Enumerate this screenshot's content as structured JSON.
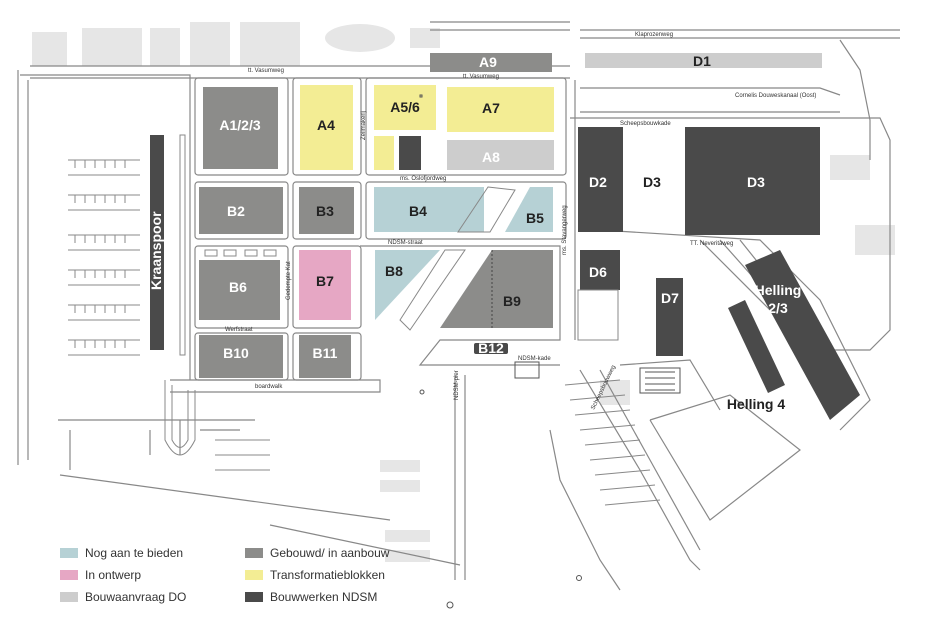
{
  "colors": {
    "nog_aan_te_bieden": "#b6d1d5",
    "in_ontwerp": "#e6a7c4",
    "bouwaanvraag_do": "#cdcdcd",
    "gebouwd": "#8c8c8a",
    "transformatie": "#f3ed94",
    "bouwwerken": "#4a4a4a",
    "road": "#888888",
    "background_shape": "#e6e6e6"
  },
  "plots": {
    "A1": "A1/2/3",
    "A4": "A4",
    "A56": "A5/6",
    "A7": "A7",
    "A8": "A8",
    "A9": "A9",
    "B2": "B2",
    "B3": "B3",
    "B4": "B4",
    "B5": "B5",
    "B6": "B6",
    "B7": "B7",
    "B8": "B8",
    "B9": "B9",
    "B10": "B10",
    "B11": "B11",
    "B12": "B12",
    "D1": "D1",
    "D2": "D2",
    "D3a": "D3",
    "D3b": "D3",
    "D6": "D6",
    "D7": "D7",
    "helling23_line1": "Helling",
    "helling23_line2": "2/3",
    "helling4": "Helling 4",
    "kraanspoor": "Kraanspoor"
  },
  "streets": {
    "klaprozenweg": "Klaprozenweg",
    "vasumweg_1": "tt. Vasumweg",
    "vasumweg_2": "tt. Vasumweg",
    "cornelis": "Cornelis Douweskanaal (Oost)",
    "scheepsbouwkade": "Scheepsbouwkade",
    "oslofjordweg": "ms. Oslofjordweg",
    "ndsm_straat": "NDSM-straat",
    "neveritaweg": "TT. Neveritaweg",
    "werfstraat": "Werfstraat",
    "boardwalk": "boardwalk",
    "ndsm_kade": "NDSM-kade",
    "ndsm_pier": "NDSM-pier",
    "stavangerweg": "ms. Stavangerweg",
    "gedempte": "Gedempte Kat",
    "ijmuidenstraat": "Zeilmakerij",
    "scheepsbouwweg": "Scheepsbouwweg"
  },
  "legend": [
    {
      "label": "Nog aan te bieden",
      "color": "#b6d1d5"
    },
    {
      "label": "In ontwerp",
      "color": "#e6a7c4"
    },
    {
      "label": "Bouwaanvraag DO",
      "color": "#cdcdcd"
    },
    {
      "label": "Gebouwd/ in aanbouw",
      "color": "#8c8c8a"
    },
    {
      "label": "Transformatieblokken",
      "color": "#f3ed94"
    },
    {
      "label": "Bouwwerken NDSM",
      "color": "#4a4a4a"
    }
  ]
}
